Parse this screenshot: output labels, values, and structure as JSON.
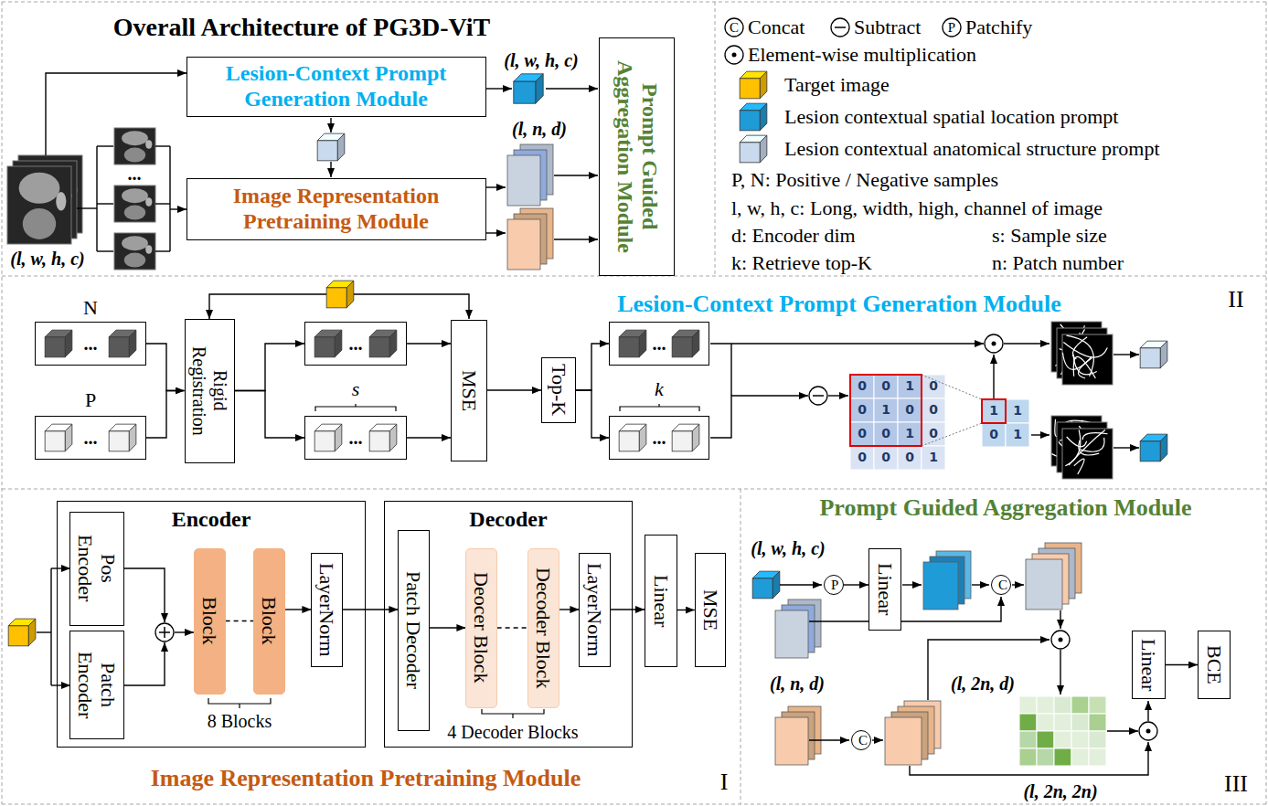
{
  "diagram": {
    "title": "Overall Architecture of PG3D-ViT",
    "nodes": [
      {
        "text": [
          "Lesion-Context Prompt Generation Module"
        ]
      },
      {
        "text": [
          "Image Representation Pretraining Module"
        ]
      },
      {
        "text": [
          "Prompt Guided Aggregation Module"
        ]
      },
      {
        "text": [
          "..."
        ]
      },
      {
        "text": [
          "..."
        ]
      },
      {
        "text": [
          "Rigid Registration"
        ]
      },
      {
        "text": [
          "..."
        ]
      },
      {
        "text": [
          "..."
        ]
      },
      {
        "text": [
          "MSE"
        ]
      },
      {
        "text": [
          "Top-K"
        ]
      },
      {
        "text": [
          "..."
        ]
      },
      {
        "text": [
          "..."
        ]
      },
      {
        "text": [
          "Encoder"
        ]
      },
      {
        "text": [
          "Pos Encoder"
        ],
        "in": 12
      },
      {
        "text": [
          "Patch Encoder"
        ],
        "in": 12
      },
      {
        "text": [
          "Block"
        ],
        "in": 12
      },
      {
        "text": [
          "Block"
        ],
        "in": 12
      },
      {
        "text": [
          "LayerNorm"
        ],
        "in": 12
      },
      {
        "text": [
          "Decoder"
        ]
      },
      {
        "text": [
          "Patch Decoder"
        ],
        "in": 18
      },
      {
        "text": [
          "Deocer Block"
        ],
        "in": 18
      },
      {
        "text": [
          "Decoder Block"
        ],
        "in": 18
      },
      {
        "text": [
          "LayerNorm"
        ],
        "in": 18
      },
      {
        "text": [
          "Linear"
        ]
      },
      {
        "text": [
          "MSE"
        ]
      },
      {
        "text": [
          "P"
        ]
      },
      {
        "text": [
          "Linear"
        ]
      },
      {
        "text": [
          "C"
        ]
      },
      {
        "text": [
          "C"
        ]
      },
      {
        "text": [
          "Linear"
        ]
      },
      {
        "text": [
          "BCE"
        ]
      }
    ],
    "edges": [
      {
        "from": 3,
        "to": 5,
        "arrow": "to"
      },
      {
        "from": 4,
        "to": 5,
        "arrow": "to"
      },
      {
        "from": 5,
        "to": 6,
        "arrow": "to"
      },
      {
        "from": 5,
        "to": 7,
        "arrow": "to"
      },
      {
        "from": 6,
        "to": 8,
        "arrow": "to"
      },
      {
        "from": 7,
        "to": 8,
        "arrow": "to"
      },
      {
        "from": 8,
        "to": 9,
        "arrow": "to"
      },
      {
        "from": 9,
        "to": 10,
        "arrow": "to"
      },
      {
        "from": 9,
        "to": 11,
        "arrow": "to"
      },
      {
        "from": 15,
        "to": 16,
        "arrow": "none"
      },
      {
        "from": 16,
        "to": 17,
        "arrow": "to"
      },
      {
        "from": 17,
        "to": 19,
        "arrow": "to"
      },
      {
        "from": 19,
        "to": 20,
        "arrow": "to"
      },
      {
        "from": 20,
        "to": 21,
        "arrow": "none"
      },
      {
        "from": 21,
        "to": 22,
        "arrow": "to"
      },
      {
        "from": 22,
        "to": 23,
        "arrow": "to"
      },
      {
        "from": 23,
        "to": 24,
        "arrow": "to"
      },
      {
        "from": 25,
        "to": 26,
        "arrow": "to"
      },
      {
        "from": 29,
        "to": 30,
        "arrow": "to"
      }
    ],
    "labels": [
      "(l, w, h, c)",
      "(l, n, d)",
      "(l, w, h, c)",
      "...",
      "C",
      "P",
      "II",
      "Lesion-Context Prompt Generation Module",
      "N",
      "P",
      "s",
      "k",
      "0",
      "0",
      "1",
      "0",
      "0",
      "1",
      "0",
      "0",
      "0",
      "0",
      "1",
      "0",
      "0",
      "0",
      "0",
      "1",
      "1",
      "1",
      "0",
      "1",
      "Image Representation Pretraining Module",
      "8 Blocks",
      "4 Decoder Blocks",
      "I",
      "Prompt Guided Aggregation Module",
      "(l, w, h, c)",
      "(l, n, d)",
      "(l, 2n, d)",
      "(l, 2n, 2n)",
      "III"
    ],
    "legend": [
      {
        "text": "Concat"
      },
      {
        "text": "Subtract"
      },
      {
        "text": "Patchify"
      },
      {
        "text": "Element-wise multiplication"
      },
      {
        "text": "Target image",
        "color": "#ffc000"
      },
      {
        "text": "Lesion contextual spatial location prompt",
        "color": "#1f9bd8"
      },
      {
        "text": "Lesion contextual anatomical structure prompt",
        "color": "#c9d9ee"
      },
      {
        "text": "P, N: Positive / Negative samples"
      },
      {
        "text": "l, w, h, c: Long, width, high, channel of image"
      },
      {
        "text": "d: Encoder dim"
      },
      {
        "text": "s: Sample size"
      },
      {
        "text": "k: Retrieve top-K"
      },
      {
        "text": "n: Patch number"
      }
    ]
  }
}
